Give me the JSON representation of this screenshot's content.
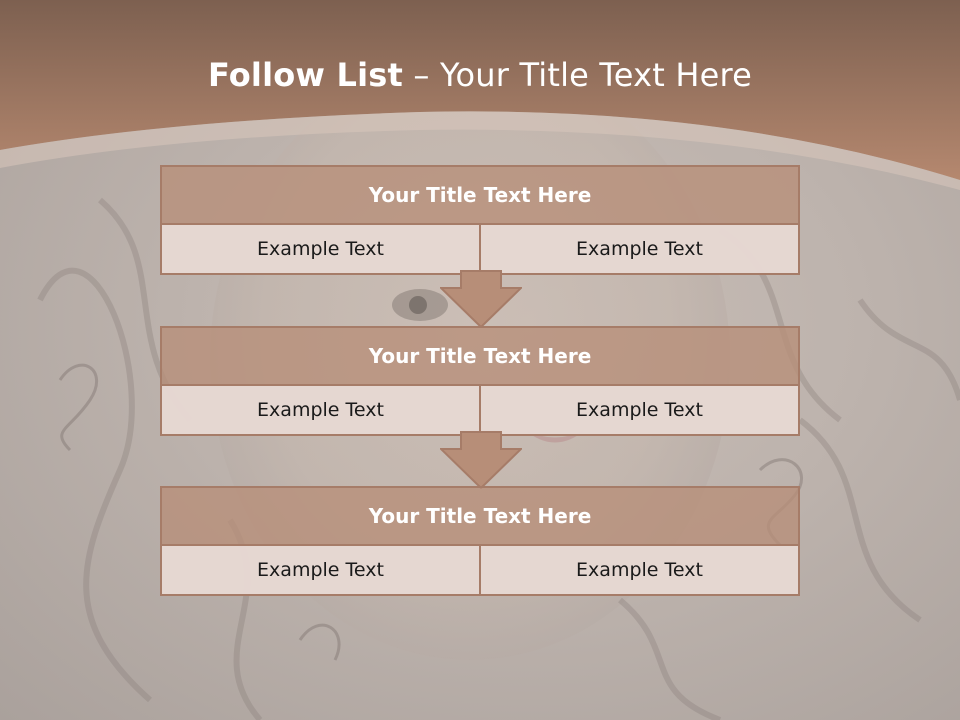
{
  "slide": {
    "title_bold": "Follow List",
    "title_sep": "– ",
    "title_rest": "Your Title Text Here"
  },
  "colors": {
    "header_brown": "#8f6a55",
    "block_fill": "#b78e78",
    "block_border": "#a67c68",
    "cell_fill": "#e8dcd7",
    "text_white": "#ffffff",
    "text_dark": "#1a1a1a"
  },
  "blocks": [
    {
      "title": "Your Title Text Here",
      "left": "Example Text",
      "right": "Example Text"
    },
    {
      "title": "Your Title Text Here",
      "left": "Example Text",
      "right": "Example Text"
    },
    {
      "title": "Your Title Text Here",
      "left": "Example Text",
      "right": "Example Text"
    }
  ],
  "icons": [
    "down-arrow-icon",
    "down-arrow-icon"
  ]
}
